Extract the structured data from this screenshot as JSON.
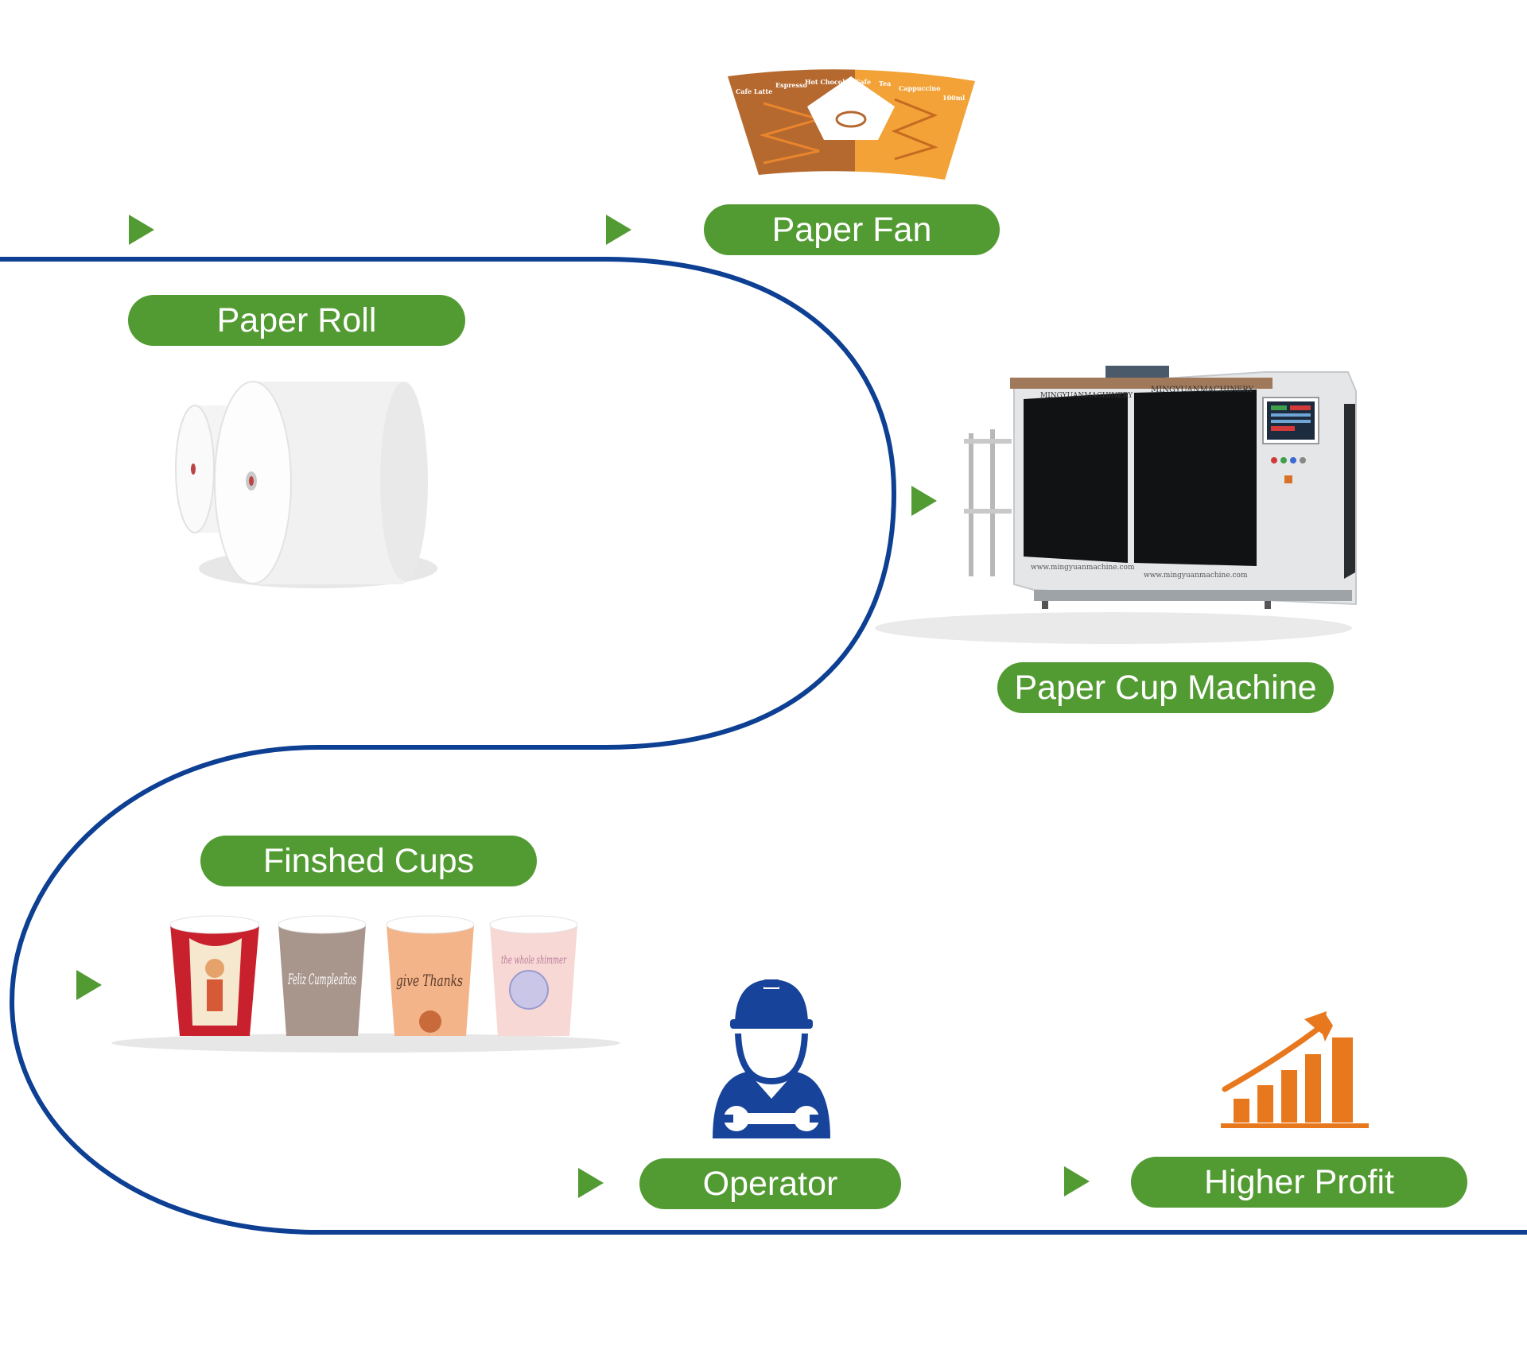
{
  "flow_labels": {
    "paper_fan": "Paper Fan",
    "paper_roll": "Paper Roll",
    "paper_cup_machine": "Paper Cup Machine",
    "finished_cups": "Finshed Cups",
    "operator": "Operator",
    "higher_profit": "Higher Profit"
  },
  "machine": {
    "brand_left": "MINGYUANMACHINERY",
    "brand_right": "MINGYUANMACHINERY",
    "url_left": "www.mingyuanmachine.com",
    "url_right": "www.mingyuanmachine.com"
  },
  "paper_fan_print": {
    "menu_items": [
      "Cafe Latte",
      "Espresso",
      "Hot Chocolate",
      "Cafe",
      "Tea",
      "Cappuccino"
    ],
    "volume": "100ml"
  },
  "cup_prints": {
    "cup2": "Feliz Cumpleaños",
    "cup3": "give Thanks",
    "cup4": "the whole shimmer"
  },
  "colors": {
    "label_green": "#529a32",
    "flow_line_blue": "#0d3f93",
    "operator_blue": "#17449a",
    "profit_orange": "#e8781e",
    "fan_brown": "#b5692f",
    "fan_orange": "#f2a236"
  },
  "icons": [
    "paper-fan-image",
    "paper-roll-image",
    "paper-cup-machine-image",
    "finished-cups-image",
    "operator-icon",
    "profit-chart-icon"
  ]
}
